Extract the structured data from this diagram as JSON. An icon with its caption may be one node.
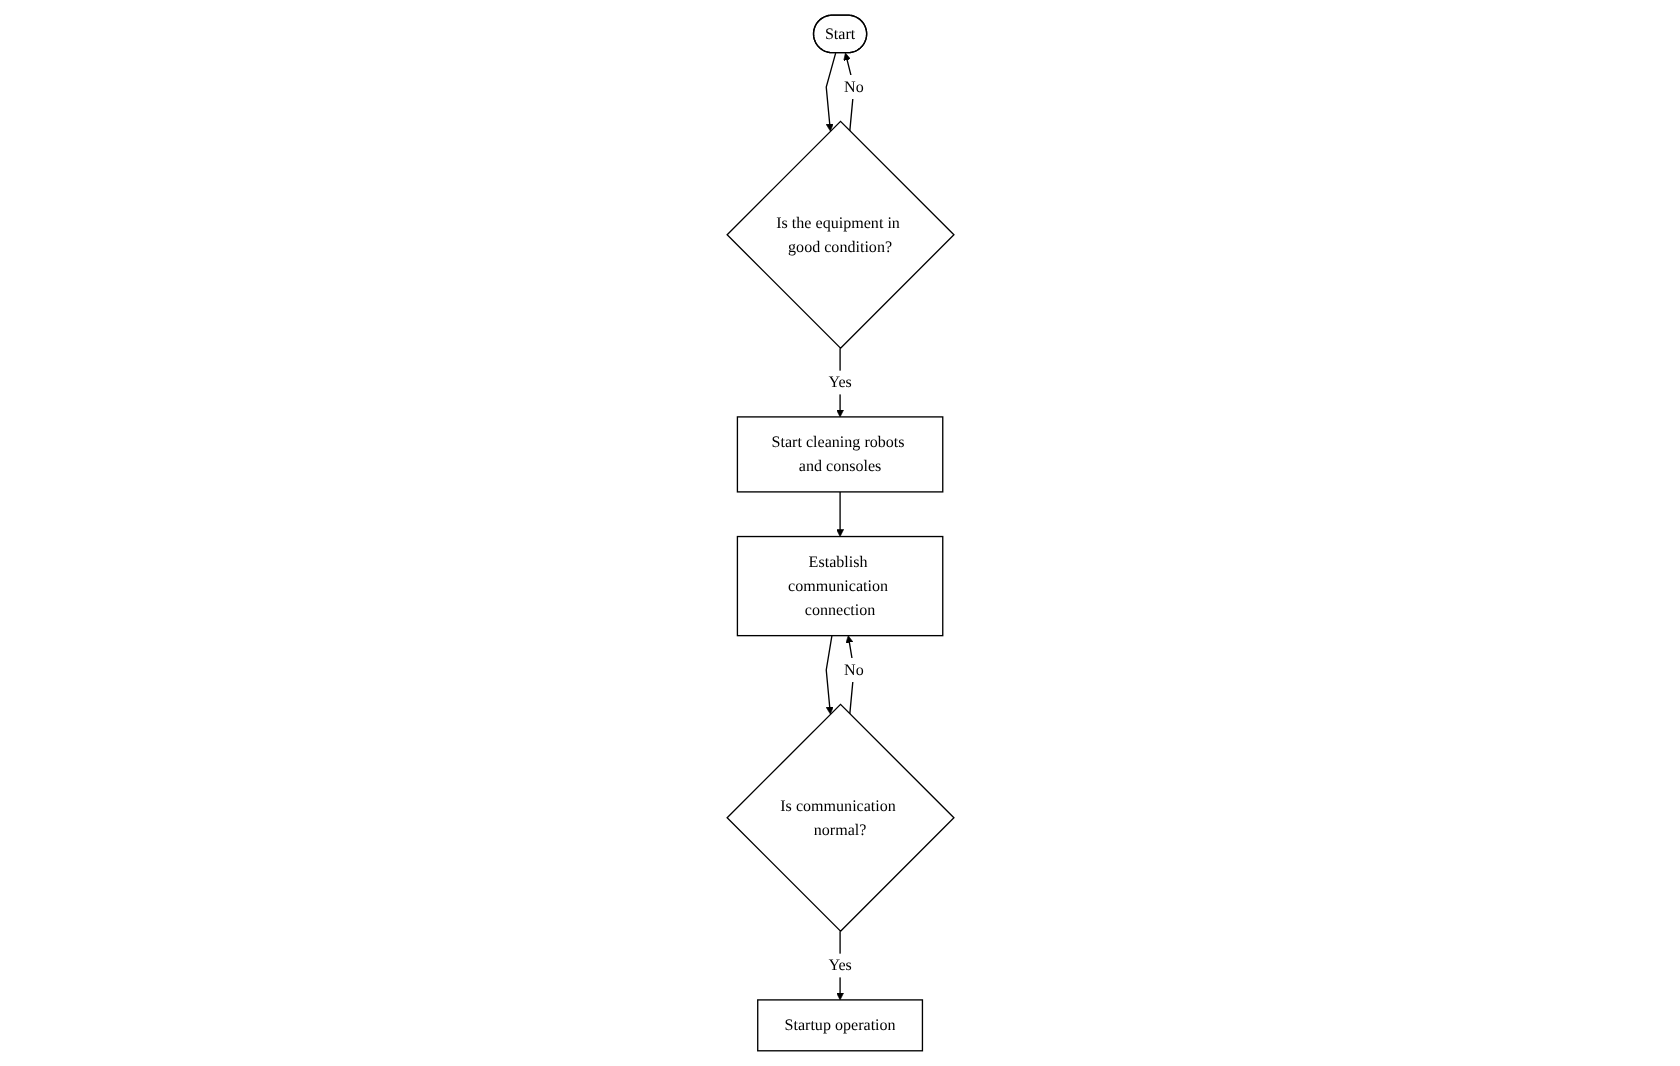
{
  "diagram": {
    "nodes": [
      {
        "text": [
          "Start"
        ]
      },
      {
        "text": [
          "Is the equipment in good condition?"
        ]
      },
      {
        "text": [
          "Start cleaning robots and consoles"
        ]
      },
      {
        "text": [
          "Establish communication connection"
        ]
      },
      {
        "text": [
          "Is communication normal?"
        ]
      },
      {
        "text": [
          "Startup operation"
        ]
      }
    ],
    "edges": [
      {
        "from": 0,
        "to": 1,
        "arrow": "to"
      },
      {
        "from": 1,
        "to": 0,
        "label": "No",
        "arrow": "to"
      },
      {
        "from": 1,
        "to": 2,
        "label": "Yes",
        "arrow": "to"
      },
      {
        "from": 2,
        "to": 3,
        "arrow": "to"
      },
      {
        "from": 3,
        "to": 4,
        "arrow": "to"
      },
      {
        "from": 4,
        "to": 3,
        "label": "No",
        "arrow": "to"
      },
      {
        "from": 4,
        "to": 5,
        "label": "Yes",
        "arrow": "to"
      }
    ]
  }
}
